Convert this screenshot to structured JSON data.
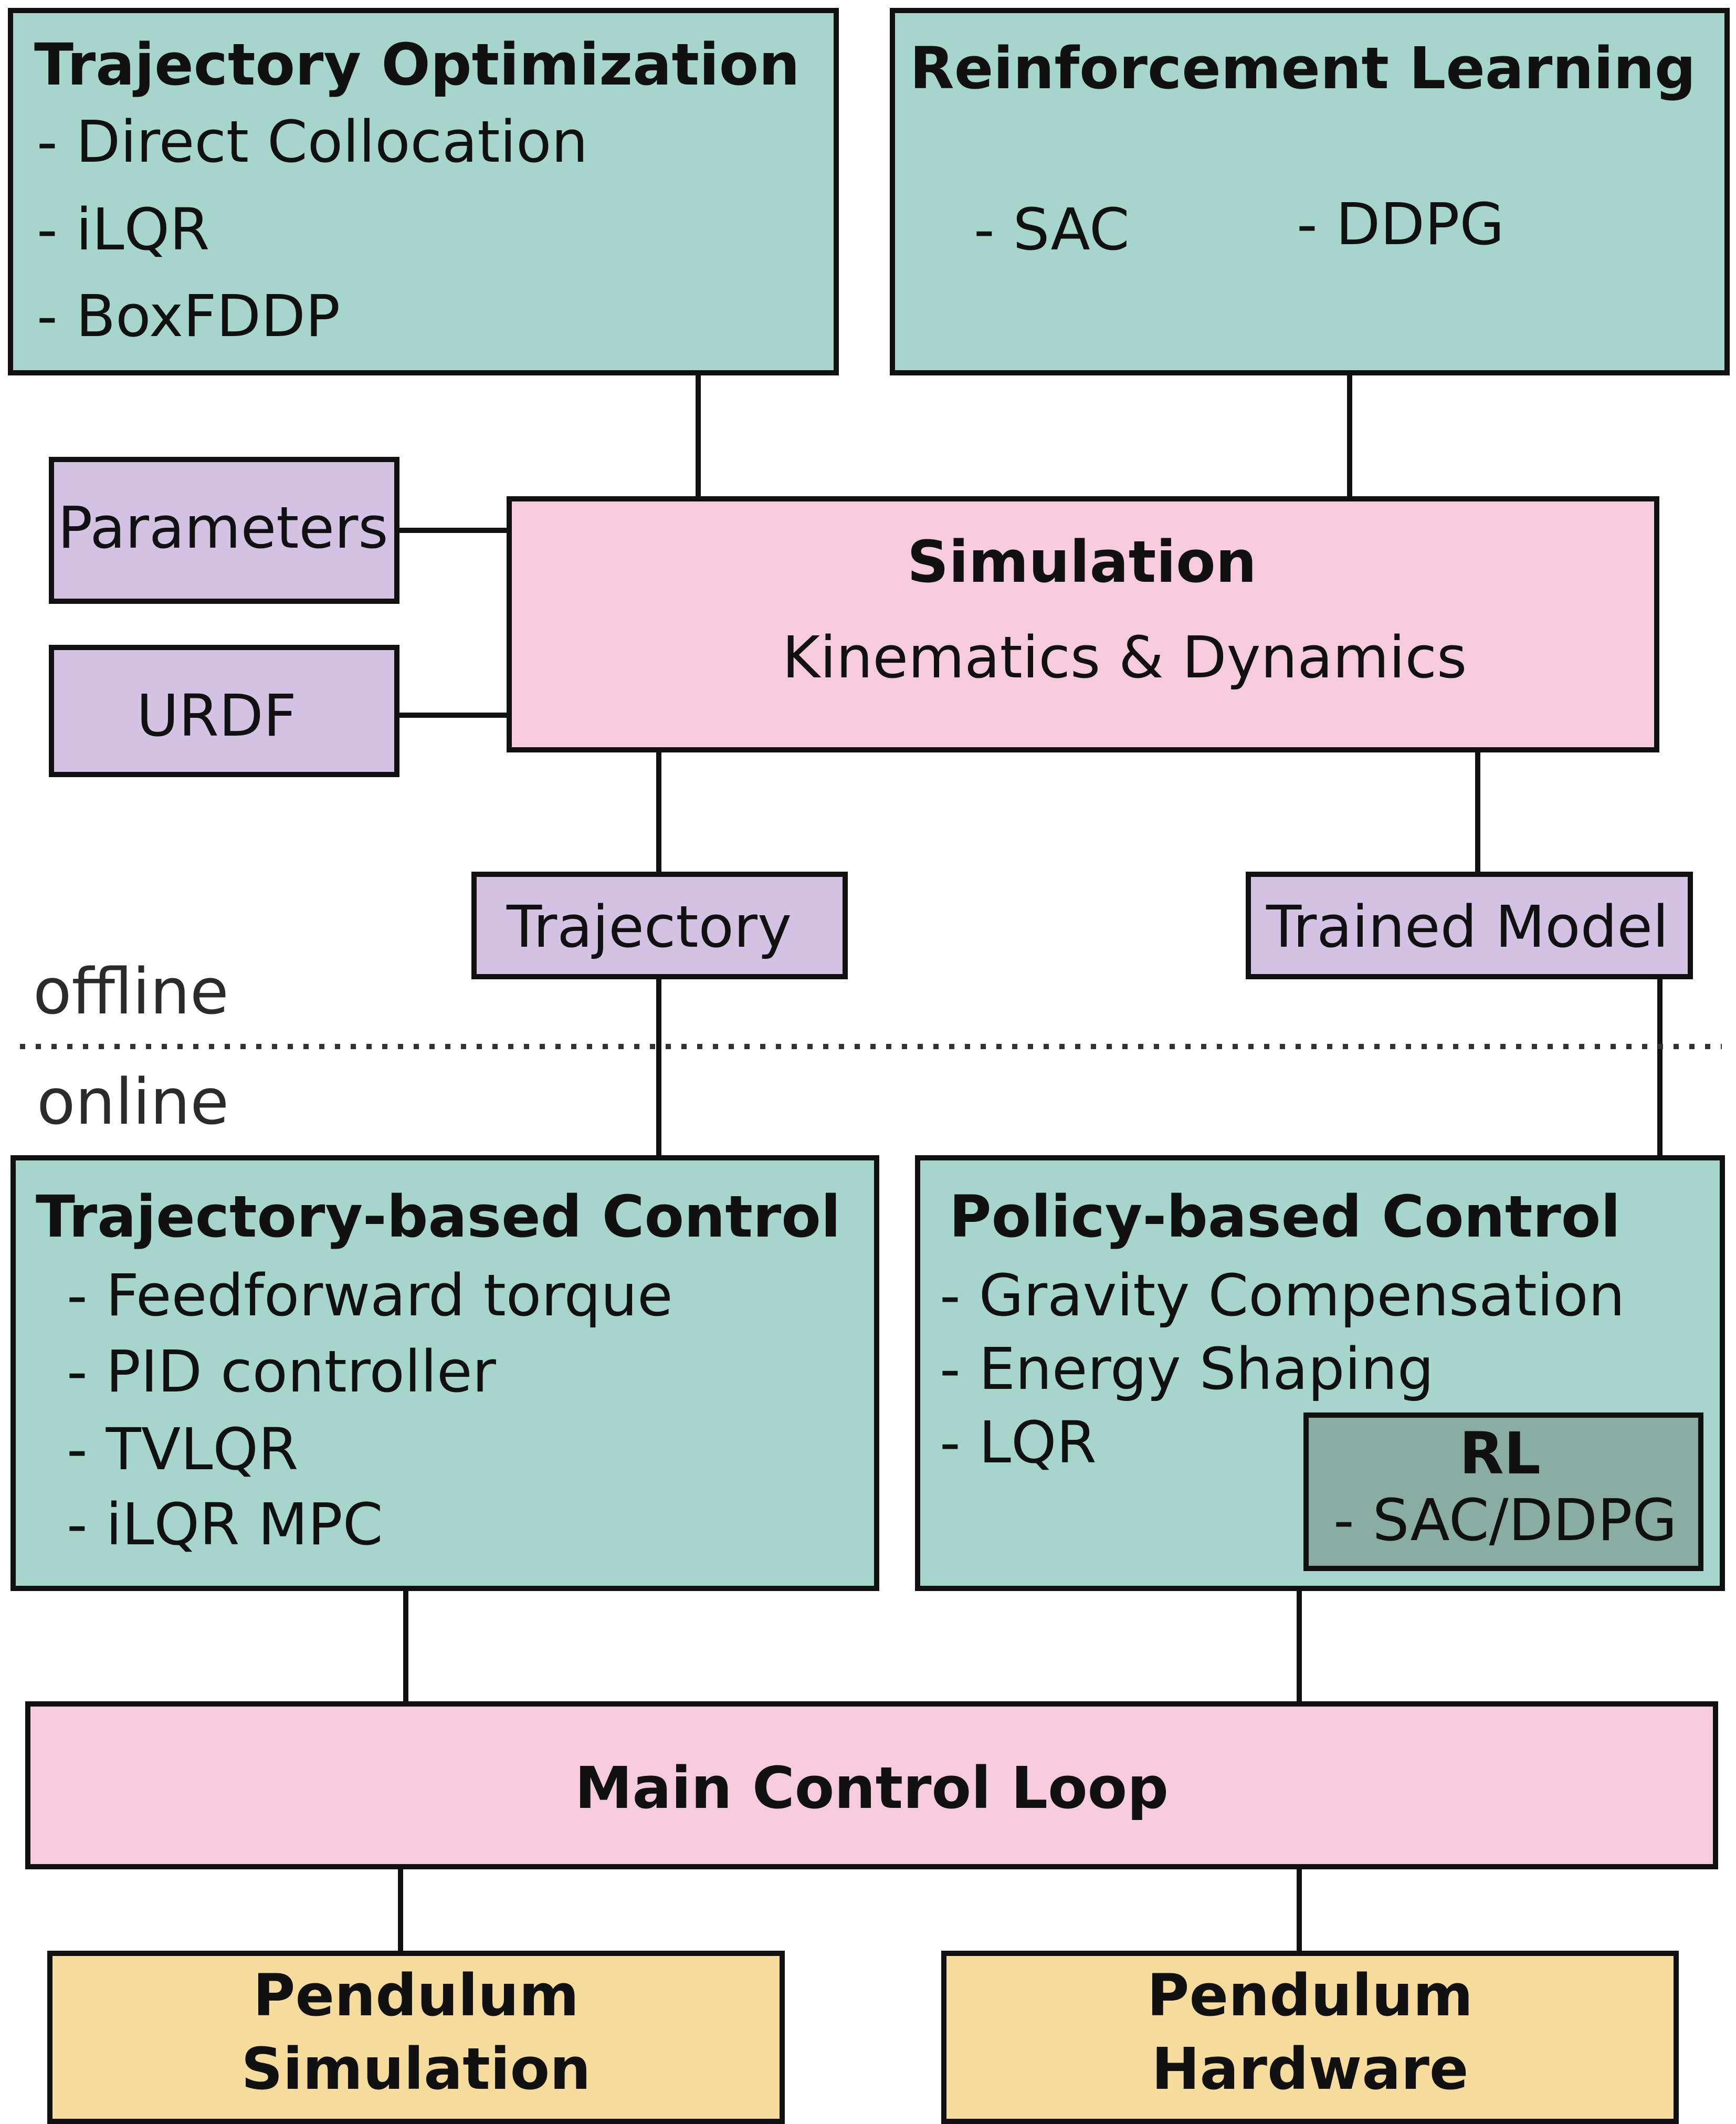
{
  "boxes": {
    "trajopt": {
      "title": "Trajectory Optimization",
      "items": [
        "- Direct Collocation",
        "- iLQR",
        "- BoxFDDP"
      ]
    },
    "rl": {
      "title": "Reinforcement Learning",
      "items": [
        "- SAC",
        "- DDPG"
      ]
    },
    "parameters": {
      "label": "Parameters"
    },
    "urdf": {
      "label": "URDF"
    },
    "simulation": {
      "title": "Simulation",
      "subtitle": "Kinematics & Dynamics"
    },
    "trajectory": {
      "label": "Trajectory"
    },
    "trained_model": {
      "label": "Trained Model"
    },
    "traj_control": {
      "title": "Trajectory-based Control",
      "items": [
        "- Feedforward torque",
        "- PID controller",
        "- TVLQR",
        "- iLQR MPC"
      ]
    },
    "policy_control": {
      "title": "Policy-based Control",
      "items": [
        "- Gravity Compensation",
        "- Energy Shaping",
        "- LQR"
      ]
    },
    "rl_inner": {
      "title": "RL",
      "item": "- SAC/DDPG"
    },
    "main_loop": {
      "title": "Main Control Loop"
    },
    "pend_sim": {
      "line1": "Pendulum",
      "line2": "Simulation"
    },
    "pend_hw": {
      "line1": "Pendulum",
      "line2": "Hardware"
    }
  },
  "labels": {
    "offline": "offline",
    "online": "online"
  },
  "colors": {
    "teal": "#a6d6cb",
    "pink": "#f5cbdd",
    "lavender": "#d3c2e3",
    "sand": "#f5dc9d",
    "dark_teal": "#89ada2",
    "stroke": "#111111"
  }
}
